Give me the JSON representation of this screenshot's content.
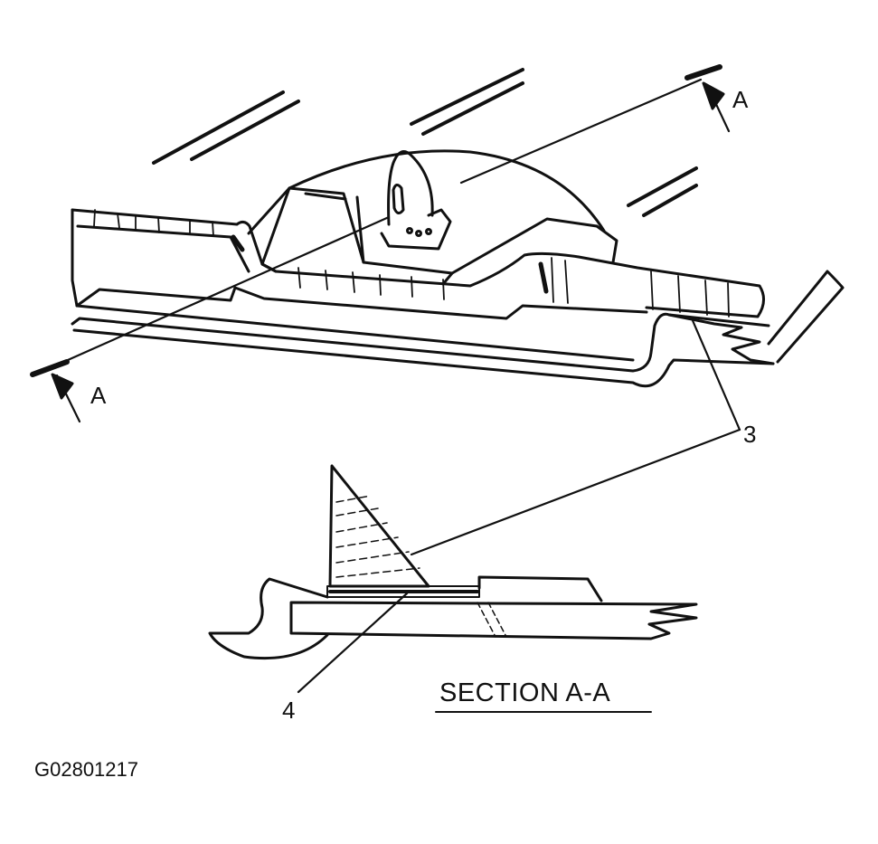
{
  "diagram": {
    "callouts": {
      "section_arrow_top": "A",
      "section_arrow_bottom": "A",
      "part_3": "3",
      "part_4": "4"
    },
    "section_title": "SECTION A-A",
    "figure_id": "G02801217"
  },
  "colors": {
    "ink": "#111111",
    "background": "#ffffff"
  }
}
